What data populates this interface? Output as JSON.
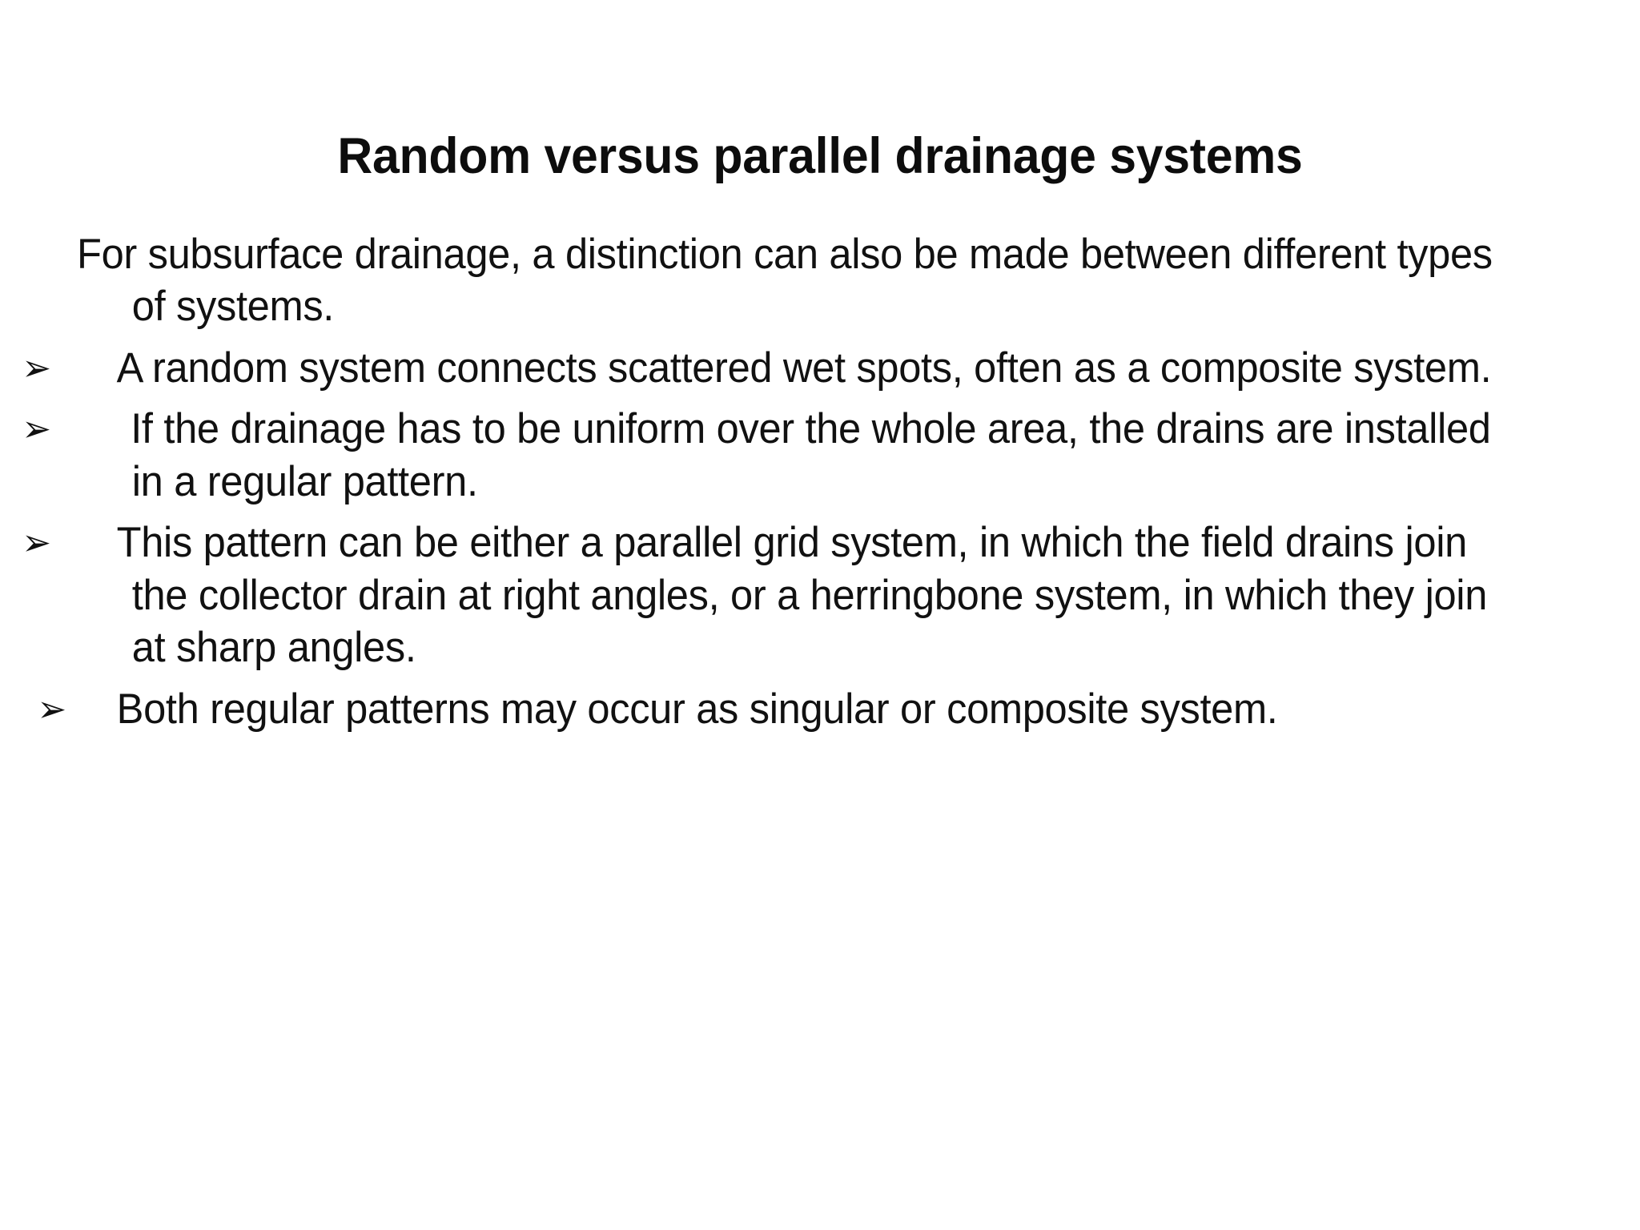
{
  "slide": {
    "background_color": "#ffffff",
    "text_color": "#111111",
    "title_color": "#0d0d0d",
    "title": "Random versus parallel drainage systems",
    "bullet_glyph": "➢",
    "bullet_glyph_name": "arrowhead-bullet",
    "paragraphs": [
      {
        "id": "intro",
        "bulleted": false,
        "text": "For subsurface drainage, a distinction can also be made between different types of systems."
      },
      {
        "id": "random-system",
        "bulleted": true,
        "text": "A random system connects scattered wet spots, often as a composite system."
      },
      {
        "id": "uniform-drainage",
        "bulleted": true,
        "text": " If the drainage has to be uniform over the whole area, the drains are installed in a regular pattern."
      },
      {
        "id": "grid-or-herringbone",
        "bulleted": true,
        "text": "This pattern can be either a parallel grid system, in which the field drains join the collector drain at right angles, or a herringbone system, in which they join at sharp angles."
      },
      {
        "id": "singular-or-composite",
        "bulleted": true,
        "text": "Both regular patterns may occur as singular or composite system."
      }
    ]
  }
}
